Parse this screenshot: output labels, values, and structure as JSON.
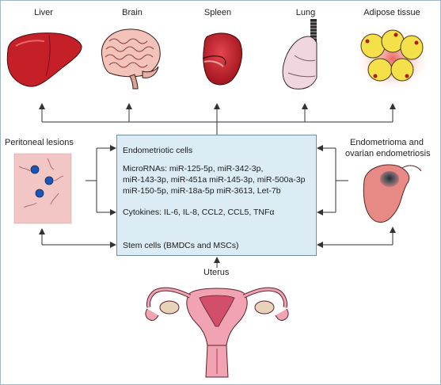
{
  "organs": {
    "liver": "Liver",
    "brain": "Brain",
    "spleen": "Spleen",
    "lung": "Lung",
    "adipose": "Adipose tissue"
  },
  "sides": {
    "peritoneal": "Peritoneal lesions",
    "endometrioma_line1": "Endometrioma and",
    "endometrioma_line2": "ovarian endometriosis"
  },
  "center": {
    "title": "Endometriotic cells",
    "micro_line1": "MicroRNAs: miR-125-5p, miR-342-3p,",
    "micro_line2": "miR-143-3p, miR-451a miR-145-3p, miR-500a-3p",
    "micro_line3": "miR-150-5p, miR-18a-5p miR-3613, Let-7b",
    "cytokines": "Cytokines:  IL-6, IL-8, CCL2, CCL5, TNFα",
    "stem": "Stem cells (BMDCs and MSCs)"
  },
  "uterus": "Uterus",
  "colors": {
    "box_fill": "#dbecf4",
    "arrow": "#333333",
    "organ_red": "#c8202a",
    "fat_yellow": "#f4e14a",
    "lesion_blue": "#1d55b5"
  }
}
